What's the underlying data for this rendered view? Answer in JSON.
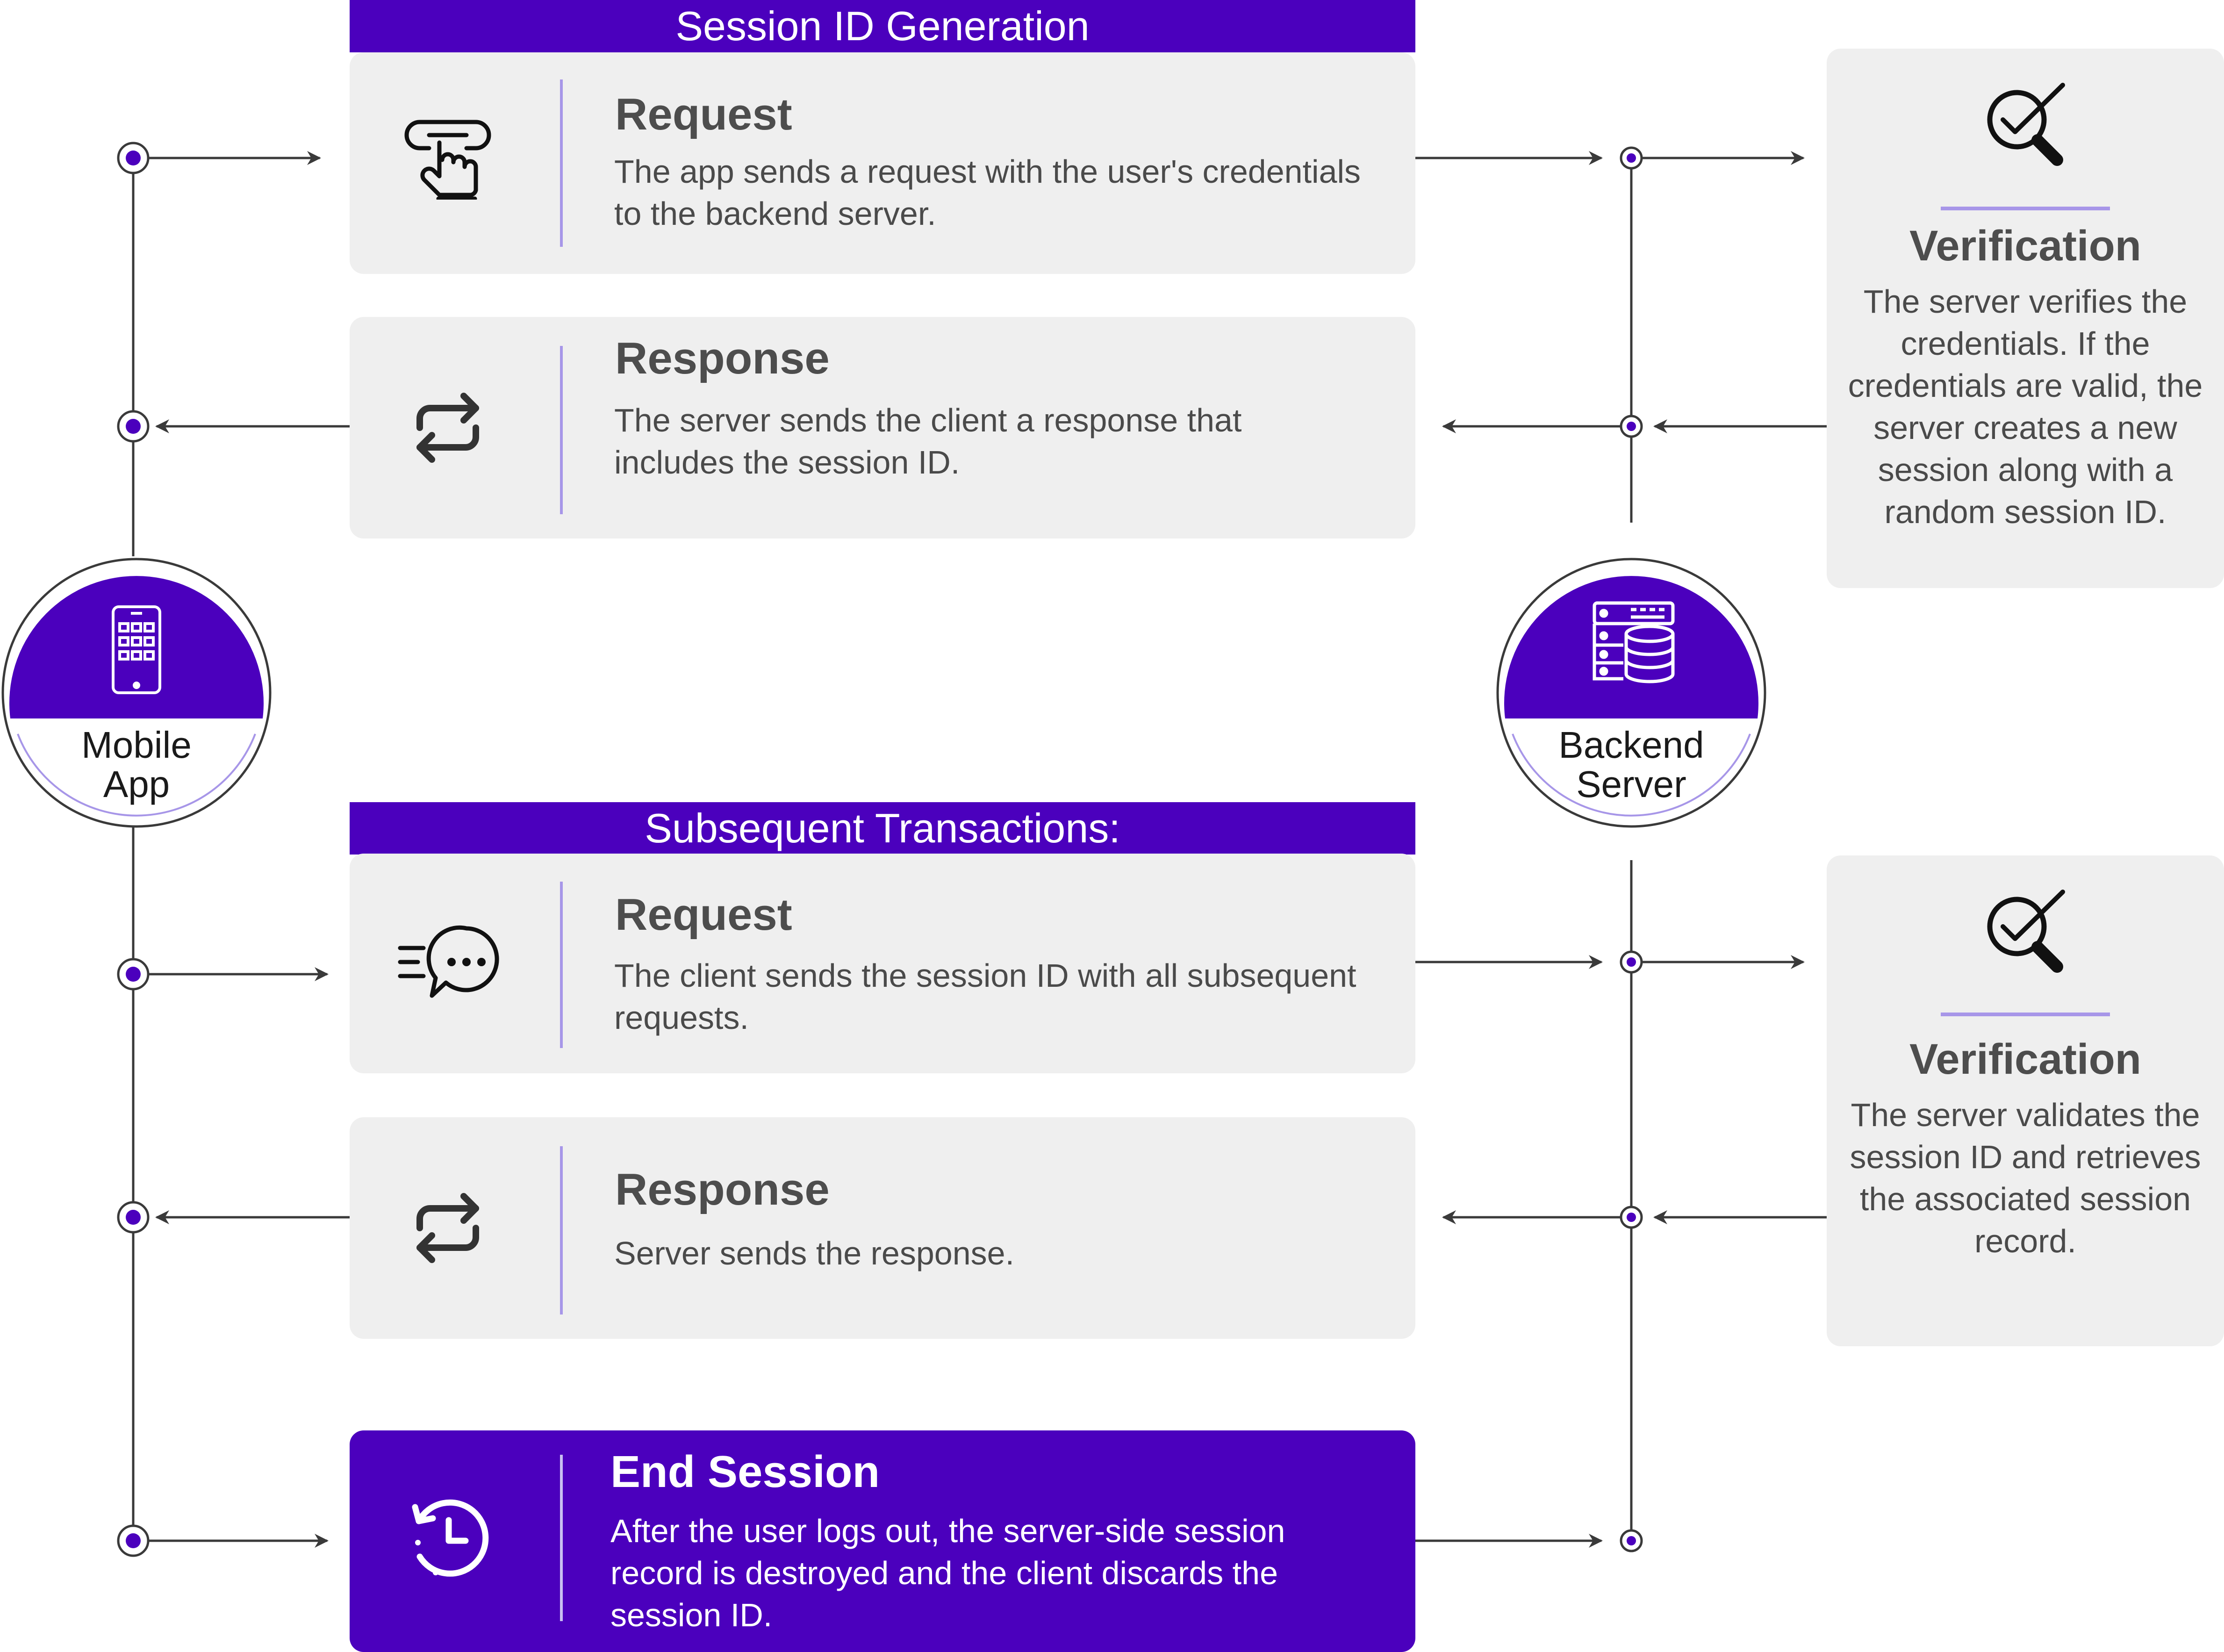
{
  "generation": {
    "header": "Session ID Generation",
    "request": {
      "title": "Request",
      "desc": "The app sends a request with the user's credentials to the backend server.",
      "icon": "hand-pointer-button-icon"
    },
    "response": {
      "title": "Response",
      "desc": "The server sends the client a response that includes the session ID.",
      "icon": "arrows-exchange-icon"
    },
    "verification": {
      "title": "Verification",
      "desc": "The server verifies the credentials. If the credentials are valid, the server creates a new session along with a random session ID.",
      "icon": "magnifier-check-icon"
    }
  },
  "subsequent": {
    "header": "Subsequent Transactions:",
    "request": {
      "title": "Request",
      "desc": "The client sends the session ID with all subsequent requests.",
      "icon": "chat-bubble-dots-icon"
    },
    "response": {
      "title": "Response",
      "desc": "Server sends the response.",
      "icon": "arrows-exchange-icon"
    },
    "verification": {
      "title": "Verification",
      "desc": "The server validates the session ID and retrieves the associated session record.",
      "icon": "magnifier-check-icon"
    }
  },
  "end_session": {
    "title": "End Session",
    "desc": "After the user logs out, the server-side session record is destroyed and the client discards the session ID.",
    "icon": "history-clock-icon"
  },
  "nodes": {
    "mobile": {
      "line1": "Mobile",
      "line2": "App",
      "icon": "smartphone-icon"
    },
    "server": {
      "line1": "Backend",
      "line2": "Server",
      "icon": "server-database-icon"
    }
  },
  "colors": {
    "accent": "#4b00bd",
    "accent_light": "#a796e8",
    "card": "#efefef",
    "text": "#4a4a4a",
    "line": "#3a3a3a"
  }
}
